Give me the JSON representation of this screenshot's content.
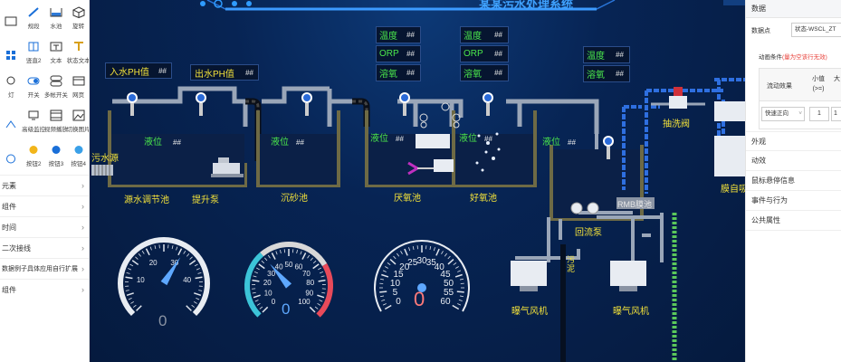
{
  "palette": {
    "row1": [
      "",
      "规段",
      "水池",
      "旋转"
    ],
    "row2": [
      "",
      "竖直2",
      "文本",
      "状态文本"
    ],
    "row3": [
      "灯",
      "开关",
      "多帐开关",
      "网页"
    ],
    "row4": [
      "",
      "高级监控",
      "视频播放",
      "切换图片"
    ],
    "row5": [
      "",
      "按钮2",
      "按钮3",
      "按钮4"
    ],
    "sections": [
      "元素",
      "组件",
      "时间",
      "二次接线",
      "数据例子具体应用自行扩展",
      "组件"
    ]
  },
  "canvas": {
    "title": "某某污水处理系统",
    "labels": {
      "inlet_ph": "入水PH值",
      "outlet_ph": "出水PH值",
      "level": "液位",
      "wastewater_source": "污水源",
      "source_tank": "源水调节池",
      "lift_pump": "提升泵",
      "sedimentation_tank": "沉砂池",
      "anaerobic_tank": "厌氧池",
      "aerobic_tank": "好氧池",
      "return_pump": "回流泵",
      "backwash_valve": "抽洗阀",
      "suction": "膜自吸",
      "mbr_tank": "RMB膜池",
      "aeration_fan": "曝气风机",
      "sludge": "污泥",
      "temperature": "温度",
      "orp": "ORP",
      "dissolved_oxygen": "溶氧",
      "placeholder": "##"
    },
    "gauges": [
      {
        "value": "0",
        "ticks": [
          "10",
          "20",
          "30",
          "40"
        ],
        "fraction": 0.62
      },
      {
        "value": "0",
        "ticks": [
          "0",
          "10",
          "20",
          "30",
          "40",
          "50",
          "60",
          "70",
          "80",
          "90",
          "100"
        ],
        "fraction": 0.35
      },
      {
        "value": "0",
        "ticks": [
          "0",
          "5",
          "10",
          "15",
          "20",
          "25",
          "30",
          "35",
          "40",
          "45",
          "50",
          "55",
          "60"
        ],
        "fraction": 0.0
      }
    ]
  },
  "right_panel": {
    "tab": "数据",
    "data_point_label": "数据点",
    "data_point_value": "状态-WSCL_ZT",
    "anim_condition": "动画条件",
    "anim_note": "(量为空该行无效)",
    "flow_effect": "流动效果",
    "min_label": "小值",
    "min_op": "(>=)",
    "max_label": "大",
    "effect_value": "快速正向",
    "min_value": "1",
    "max_value": "1",
    "sections": [
      "外观",
      "动效",
      "鼠标悬停信息",
      "事件与行为",
      "公共属性"
    ]
  },
  "colors": {
    "canvas_bg": "#072454",
    "yellow": "#f2e13a",
    "green": "#4be84b",
    "accent_red": "#e8413a"
  }
}
